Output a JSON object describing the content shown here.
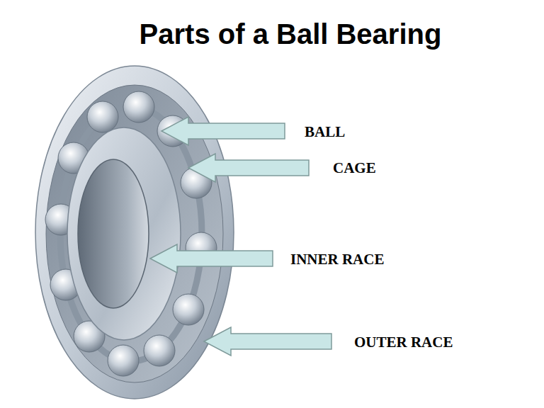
{
  "diagram": {
    "title": "Parts of a Ball Bearing",
    "labels": [
      "BALL",
      "CAGE",
      "INNER RACE",
      "OUTER RACE"
    ]
  }
}
